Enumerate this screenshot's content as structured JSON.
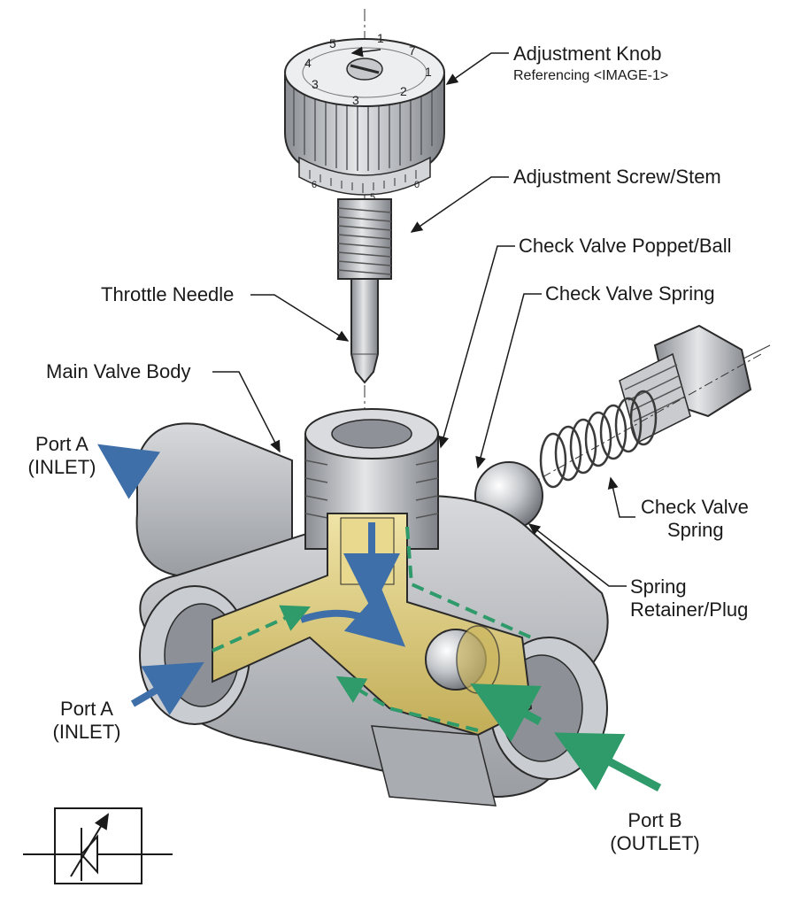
{
  "labels": {
    "adjustment_knob": "Adjustment Knob",
    "adjustment_knob_ref": "Referencing <IMAGE-1>",
    "adjustment_screw": "Adjustment Screw/Stem",
    "check_valve_poppet": "Check Valve Poppet/Ball",
    "check_valve_spring_top": "Check Valve Spring",
    "throttle_needle": "Throttle Needle",
    "main_valve_body": "Main Valve Body",
    "port_a_top_line1": "Port A",
    "port_a_top_line2": "(INLET)",
    "check_valve_spring_right_line1": "Check Valve",
    "check_valve_spring_right_line2": "Spring",
    "spring_retainer_line1": "Spring",
    "spring_retainer_line2": "Retainer/Plug",
    "port_a_bottom_line1": "Port A",
    "port_a_bottom_line2": "(INLET)",
    "port_b_line1": "Port B",
    "port_b_line2": "(OUTLET)"
  },
  "knob_scale": {
    "top_numbers": [
      "1",
      "7",
      "1",
      "2",
      "3",
      "3",
      "4",
      "5"
    ],
    "band_numbers": [
      "6",
      "5",
      "0"
    ]
  },
  "colors": {
    "metal": "#b9bcc0",
    "metal_dark": "#7d8086",
    "brass": "#d9c878",
    "blue_flow": "#3f6fa8",
    "green_flow": "#2f9a6a",
    "outline": "#2a2a2a"
  }
}
